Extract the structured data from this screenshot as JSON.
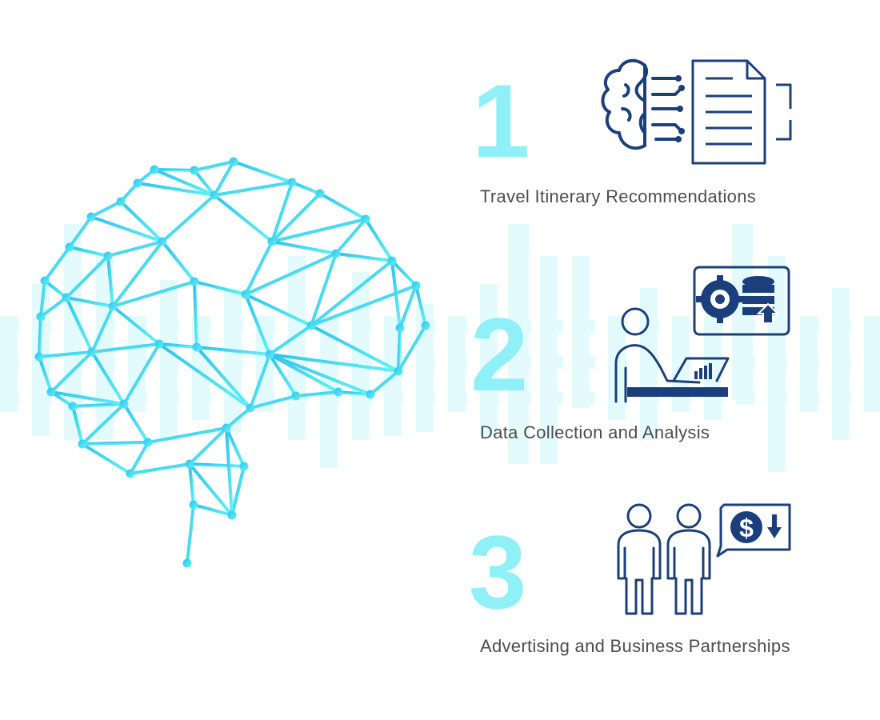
{
  "colors": {
    "accent_cyan": "#8ff0f7",
    "brain_stroke": "#3fd0ee",
    "icon_navy": "#1b3f7a",
    "label_text": "#4d4d4d",
    "bar_tint": "#e3fbfd"
  },
  "steps": [
    {
      "number": "1",
      "label": "Travel Itinerary Recommendations",
      "icon": "ai-brain-document-icon"
    },
    {
      "number": "2",
      "label": "Data Collection and Analysis",
      "icon": "person-laptop-database-icon"
    },
    {
      "number": "3",
      "label": "Advertising and Business Partnerships",
      "icon": "people-dollar-icon"
    }
  ]
}
